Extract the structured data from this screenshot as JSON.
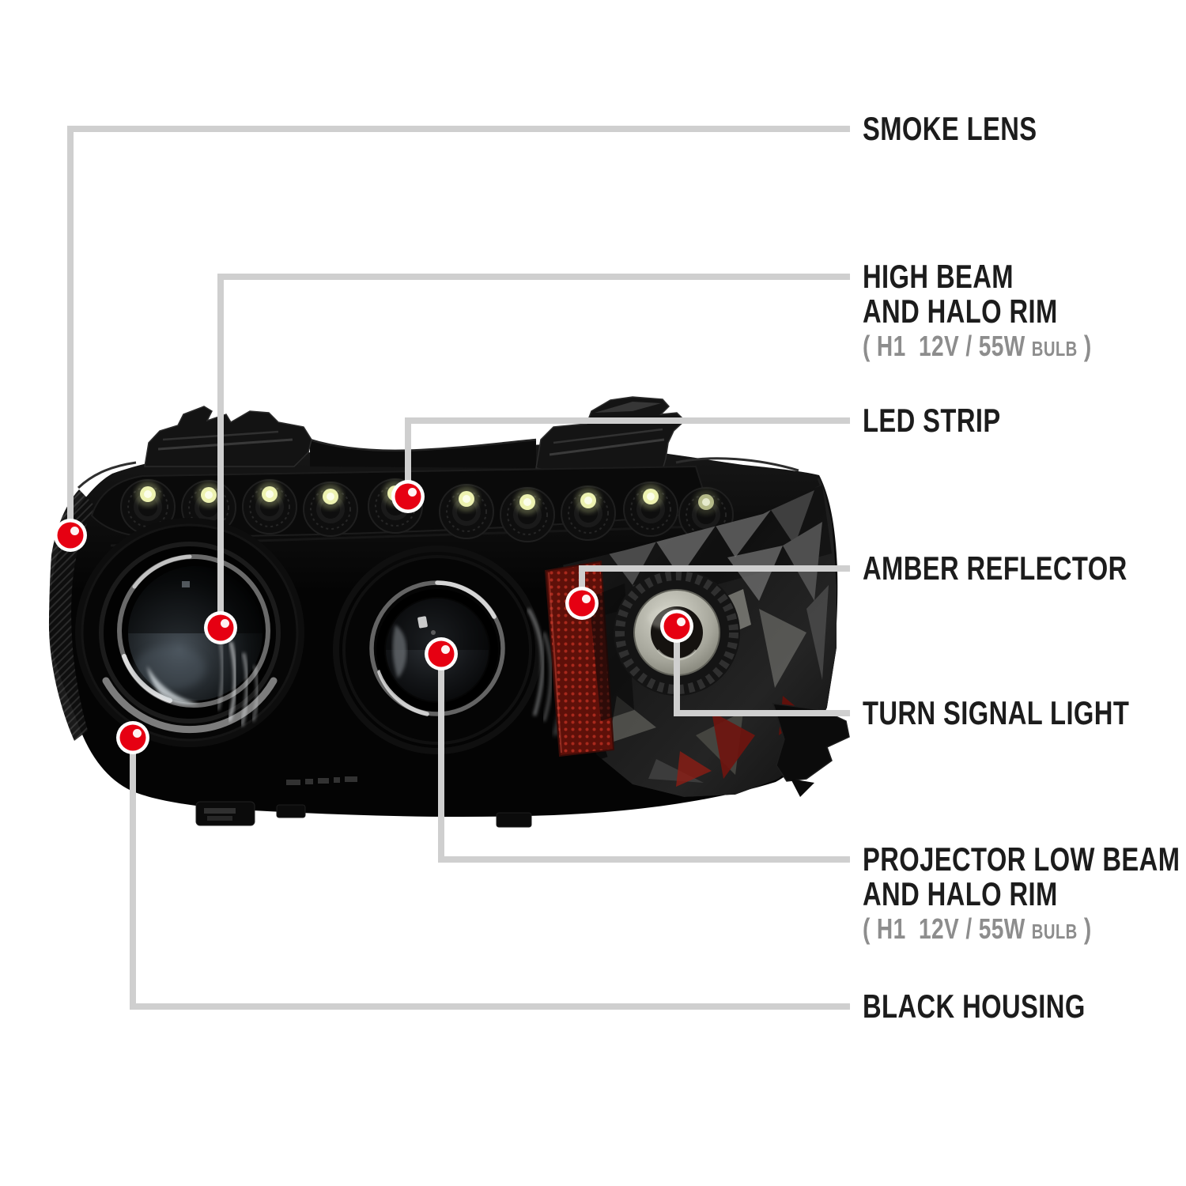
{
  "colors": {
    "background": "#ffffff",
    "marker_red": "#e60012",
    "callout_line_gray": "#cfcfcf",
    "label_text": "#1c1c1c",
    "label_sub_text": "#8d8d8d",
    "led_glow": "#edf2b0",
    "amber_reflector_red": "#a8281c"
  },
  "callouts": [
    {
      "id": "smoke-lens",
      "label": "SMOKE LENS"
    },
    {
      "id": "high-beam",
      "label": "HIGH BEAM",
      "label2": "AND HALO RIM",
      "sub_main": "( H1  12V / 55W ",
      "sub_small": "BULB",
      "sub_close": " )"
    },
    {
      "id": "led-strip",
      "label": "LED STRIP"
    },
    {
      "id": "amber-reflector",
      "label": "AMBER REFLECTOR"
    },
    {
      "id": "turn-signal",
      "label": "TURN SIGNAL LIGHT"
    },
    {
      "id": "projector-low-beam",
      "label": "PROJECTOR LOW BEAM",
      "label2": "AND HALO RIM",
      "sub_main": "( H1  12V / 55W ",
      "sub_small": "BULB",
      "sub_close": " )"
    },
    {
      "id": "black-housing",
      "label": "BLACK HOUSING"
    }
  ]
}
